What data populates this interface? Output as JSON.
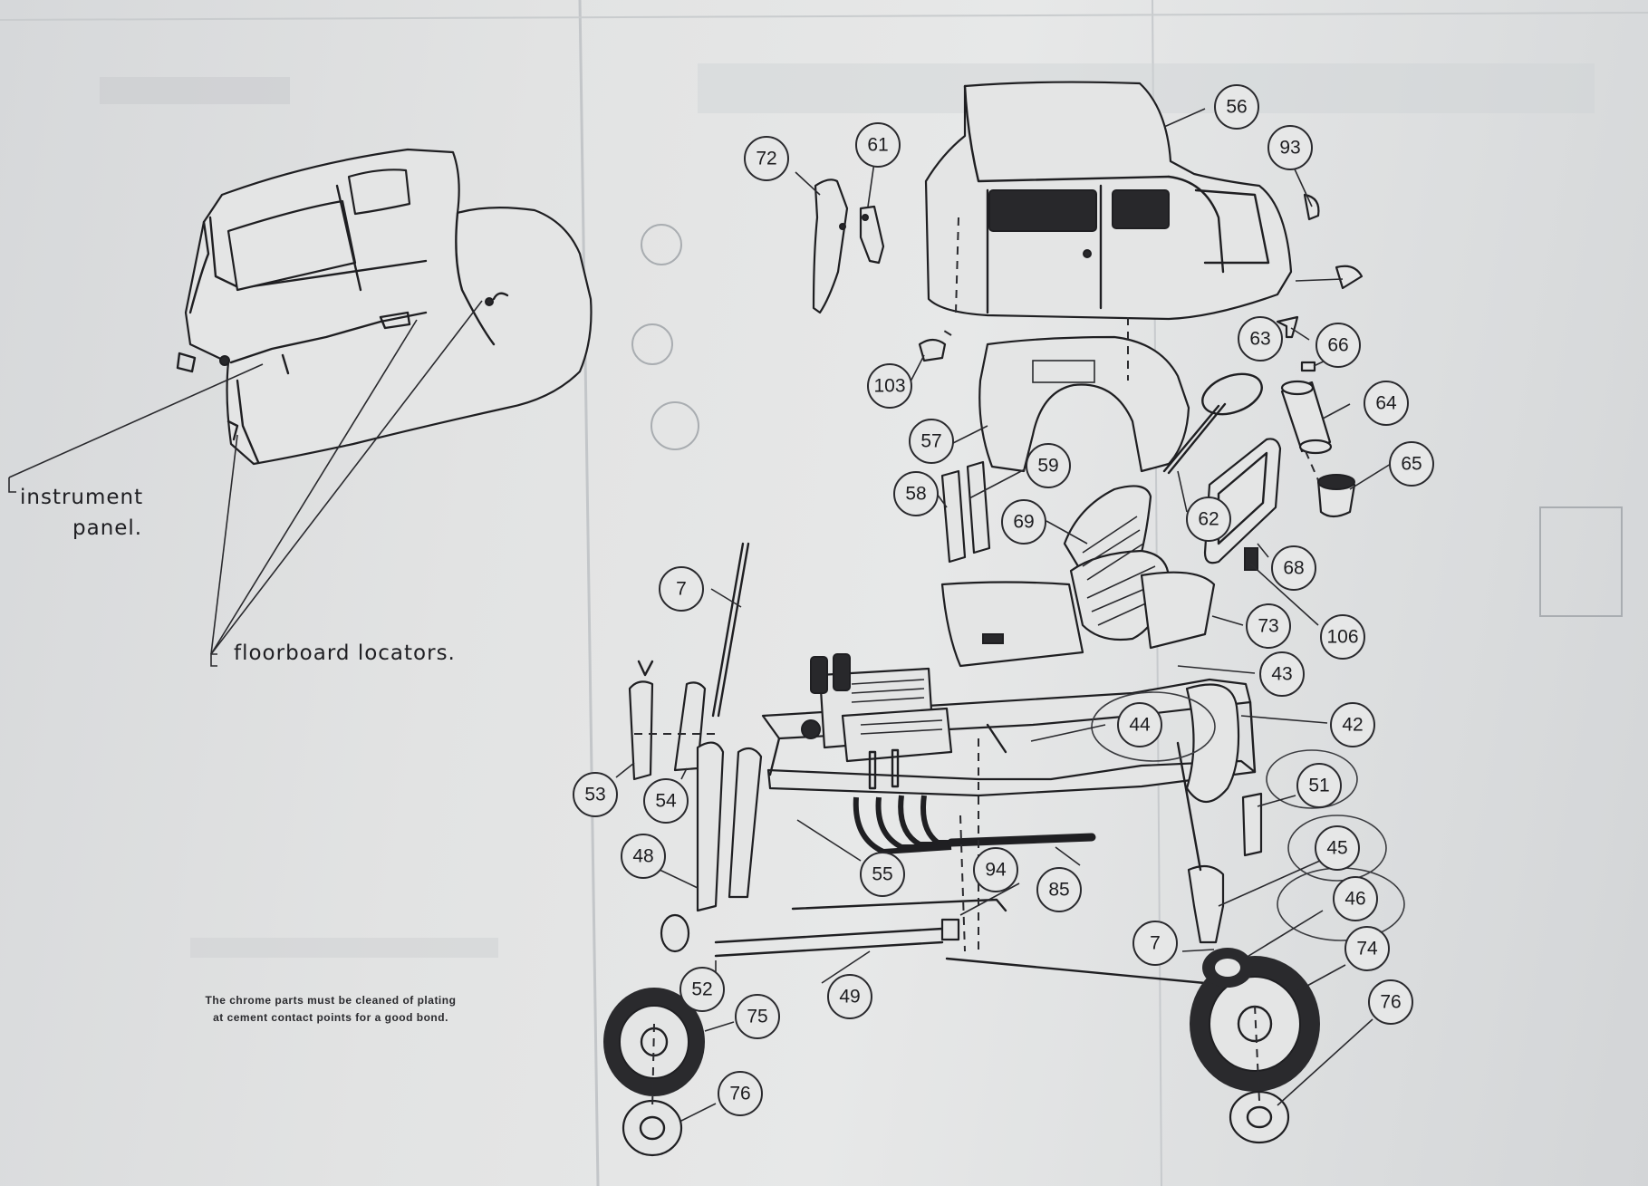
{
  "labels": {
    "instrument_panel_line1": "instrument",
    "instrument_panel_line2": "panel.",
    "floorboard_locators": "floorboard locators."
  },
  "note": {
    "line1": "The chrome parts must be cleaned of plating",
    "line2": "at cement contact points for a good bond."
  },
  "callouts": [
    "56",
    "72",
    "61",
    "93",
    "63",
    "66",
    "103",
    "64",
    "57",
    "65",
    "59",
    "58",
    "69",
    "62",
    "68",
    "7",
    "73",
    "106",
    "43",
    "44",
    "42",
    "53",
    "54",
    "51",
    "48",
    "55",
    "94",
    "85",
    "45",
    "46",
    "7",
    "74",
    "52",
    "49",
    "75",
    "76",
    "76"
  ]
}
